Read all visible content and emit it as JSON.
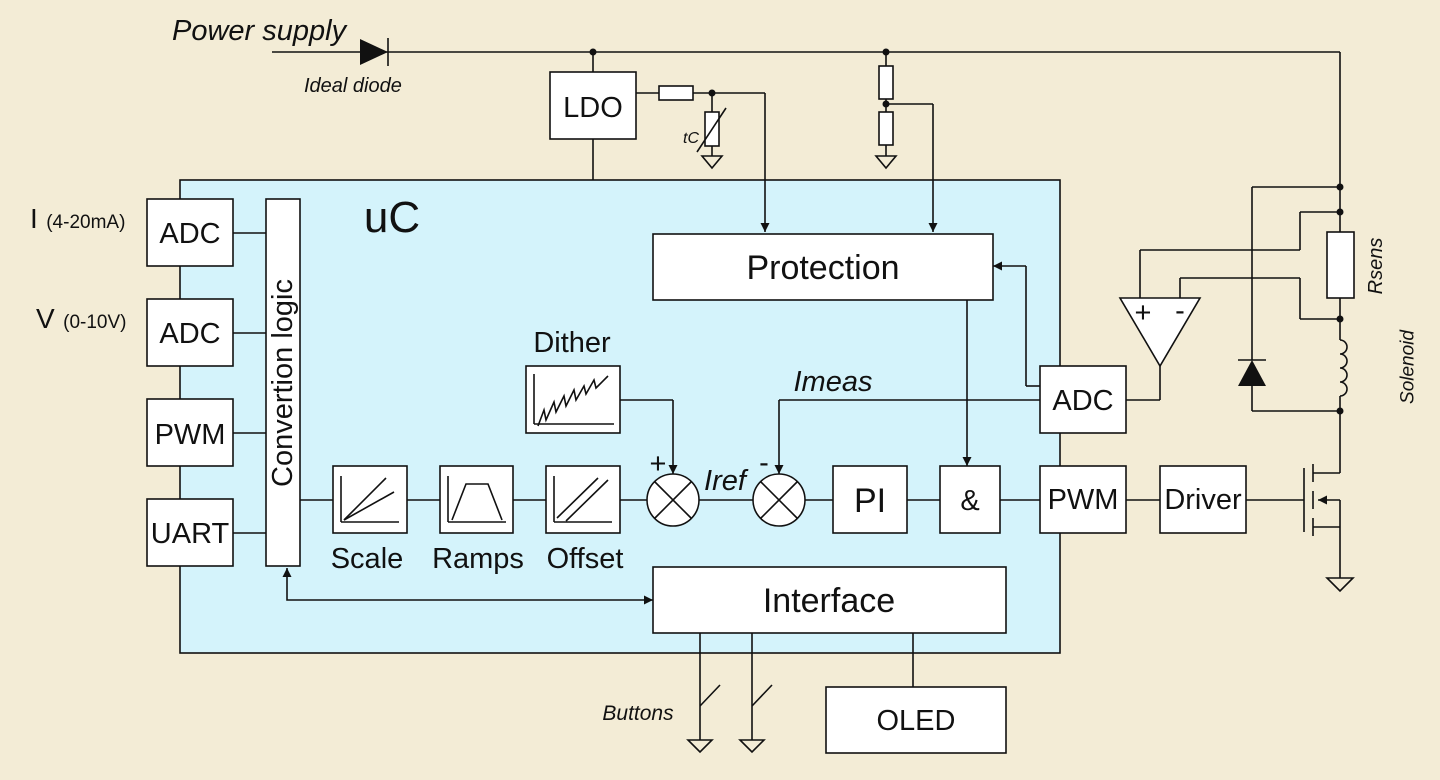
{
  "labels": {
    "power_supply": "Power supply",
    "ideal_diode": "Ideal diode",
    "ldo": "LDO",
    "tc": "tC",
    "uc": "uC",
    "protection": "Protection",
    "input_i_main": "I",
    "input_i_range": "(4-20mA)",
    "input_v_main": "V",
    "input_v_range": "(0-10V)",
    "adc_i": "ADC",
    "adc_v": "ADC",
    "pwm_in": "PWM",
    "uart": "UART",
    "conversion_logic": "Convertion logic",
    "dither": "Dither",
    "imeas": "Imeas",
    "iref": "Iref",
    "plus": "+",
    "minus": "-",
    "adc_meas": "ADC",
    "pi": "PI",
    "and": "&",
    "pwm_out": "PWM",
    "driver": "Driver",
    "scale": "Scale",
    "ramps": "Ramps",
    "offset": "Offset",
    "interface": "Interface",
    "buttons": "Buttons",
    "oled": "OLED",
    "rsens": "Rsens",
    "solenoid": "Solenoid",
    "amp_plus": "+",
    "amp_minus": "-"
  },
  "colors": {
    "background": "#f3ecd6",
    "uc_fill": "#d4f3fb",
    "line": "#111111",
    "box_fill": "#ffffff"
  }
}
